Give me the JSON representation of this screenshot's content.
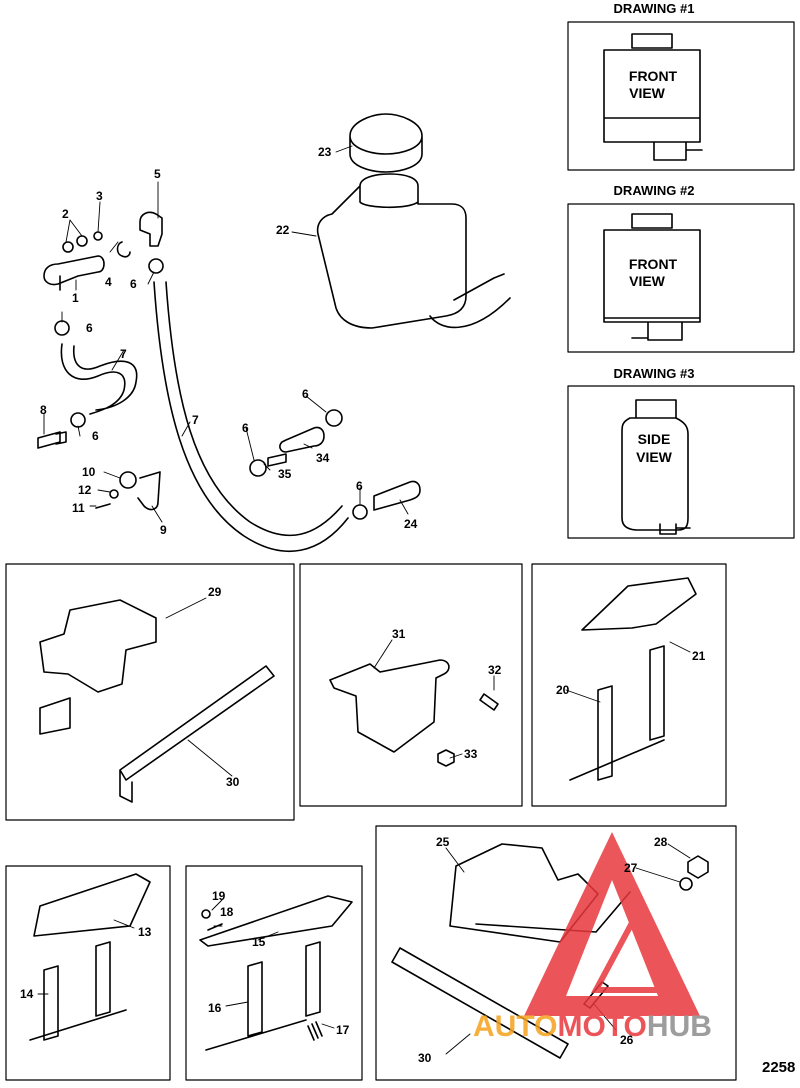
{
  "drawings": [
    {
      "title": "DRAWING #1",
      "view_lines": [
        "FRONT",
        "VIEW"
      ]
    },
    {
      "title": "DRAWING #2",
      "view_lines": [
        "FRONT",
        "VIEW"
      ]
    },
    {
      "title": "DRAWING #3",
      "view_lines": [
        "SIDE",
        "VIEW"
      ]
    }
  ],
  "callouts": {
    "c1": "1",
    "c2": "2",
    "c3": "3",
    "c4": "4",
    "c5": "5",
    "c6a": "6",
    "c6b": "6",
    "c6c": "6",
    "c6d": "6",
    "c6e": "6",
    "c6f": "6",
    "c7a": "7",
    "c7b": "7",
    "c8": "8",
    "c9": "9",
    "c10": "10",
    "c11": "11",
    "c12": "12",
    "c13": "13",
    "c14": "14",
    "c15": "15",
    "c16": "16",
    "c17": "17",
    "c18": "18",
    "c19": "19",
    "c20": "20",
    "c21": "21",
    "c22": "22",
    "c23": "23",
    "c24": "24",
    "c25": "25",
    "c26": "26",
    "c27": "27",
    "c28": "28",
    "c29": "29",
    "c30a": "30",
    "c30b": "30",
    "c31": "31",
    "c32": "32",
    "c33": "33",
    "c34": "34",
    "c35": "35"
  },
  "diagram_code": "2258",
  "watermark": {
    "part1": "AUTO",
    "part2": "MOTO",
    "part3": "HUB"
  },
  "colors": {
    "line": "#000000",
    "shade": "#cfcfcf",
    "watermark_red": "#e8383d",
    "watermark_orange": "#f5a21b",
    "watermark_gray": "#8c8c8c"
  }
}
